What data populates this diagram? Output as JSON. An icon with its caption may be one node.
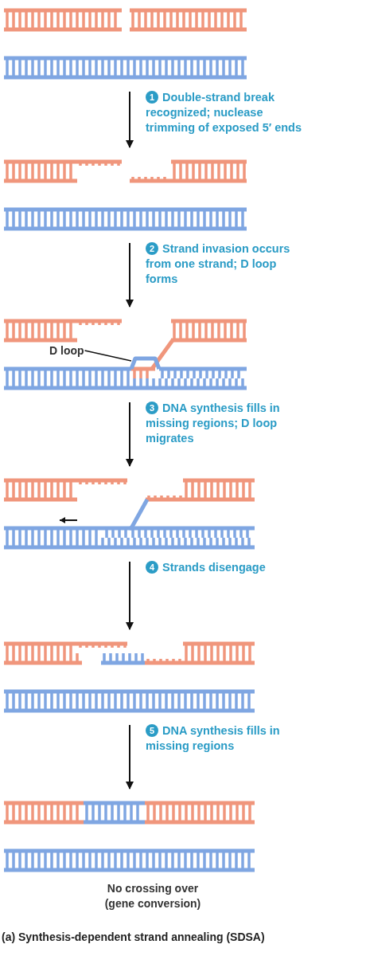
{
  "diagram": {
    "caption": "(a) Synthesis-dependent strand annealing (SDSA)",
    "nodes": [
      {
        "text": [],
        "shape": "picture"
      },
      {
        "text": [],
        "shape": "picture"
      },
      {
        "text": [],
        "shape": "picture"
      },
      {
        "text": [
          "D loop"
        ],
        "in": 2
      },
      {
        "text": [],
        "shape": "picture",
        "in": 2
      },
      {
        "text": [],
        "shape": "picture"
      },
      {
        "text": [],
        "shape": "picture"
      },
      {
        "text": [],
        "shape": "picture",
        "beside": [
          "No crossing over (gene conversion)"
        ]
      }
    ],
    "edges": [
      {
        "from": 0,
        "to": 1,
        "arrow": "to",
        "label": "Double-strand break recognized; nuclease trimming of exposed 5′ ends"
      },
      {
        "from": 1,
        "to": 2,
        "arrow": "to",
        "label": "Strand invasion occurs from one strand; D loop forms"
      },
      {
        "from": 3,
        "to": 4,
        "arrow": "none"
      },
      {
        "from": 2,
        "to": 5,
        "arrow": "to",
        "label": "DNA synthesis fills in missing regions; D loop migrates"
      },
      {
        "from": 5,
        "to": 6,
        "arrow": "to",
        "label": "Strands disengage"
      },
      {
        "from": 6,
        "to": 7,
        "arrow": "to",
        "label": "DNA synthesis fills in missing regions"
      }
    ],
    "labels": [
      "1",
      "2",
      "3",
      "4",
      "5"
    ]
  }
}
